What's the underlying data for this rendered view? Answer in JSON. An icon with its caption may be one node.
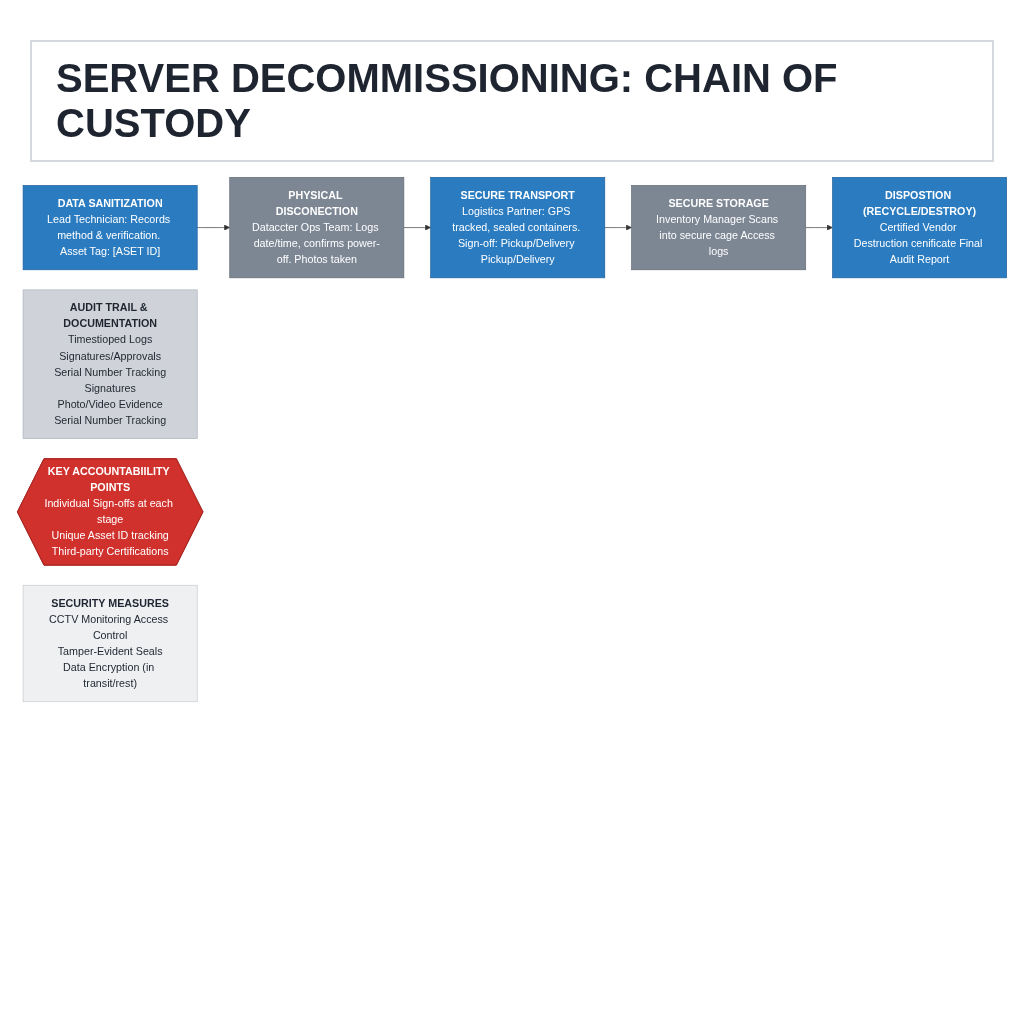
{
  "diagram": {
    "title": "SERVER DECOMMISSIONING: CHAIN OF CUSTODY",
    "nodes": [
      {
        "text": [
          "DATA SANITIZATION",
          "Lead Technician: Records method & verification. Asset Tag: [ASET ID]"
        ]
      },
      {
        "text": [
          "PHYSICAL DISCONECTION",
          "Dataccter Ops Team: Logs date/time, confirms power-off. Photos taken"
        ]
      },
      {
        "text": [
          "SECURE TRANSPORT",
          "Logistics Partner: GPS tracked, sealed containers. Sign-off: Pickup/Delivery Pickup/Delivery"
        ]
      },
      {
        "text": [
          "SECURE STORAGE",
          "Inventory Manager Scans into secure cage Access logs"
        ]
      },
      {
        "text": [
          "DISPOSTION (RECYCLE/DESTROY)",
          "Certified Vendor Destruction cenificate Final Audit Report"
        ]
      },
      {
        "text": [
          "AUDIT TRAIL & DOCUMENTATION",
          "Timestioped Logs",
          "Signatures/Approvals",
          "Serial Number Tracking",
          "Signatures",
          "Photo/Video Evidence",
          "Serial Number Tracking"
        ]
      },
      {
        "text": [
          "KEY ACCOUNTABIILITY POINTS",
          "Individual Sign-offs at each stage",
          "Unique Asset ID tracking",
          "Third-party Certifications"
        ]
      },
      {
        "text": [
          "SECURITY MEASURES",
          "CCTV Monitoring Access Control",
          "Tamper-Evident Seals",
          "Data Encryption (in transit/rest)"
        ]
      }
    ],
    "edges": [
      {
        "from": 0,
        "to": 1,
        "arrow": "to"
      },
      {
        "from": 1,
        "to": 2,
        "arrow": "to"
      },
      {
        "from": 2,
        "to": 3,
        "arrow": "to"
      },
      {
        "from": 3,
        "to": 4,
        "arrow": "to"
      }
    ]
  }
}
